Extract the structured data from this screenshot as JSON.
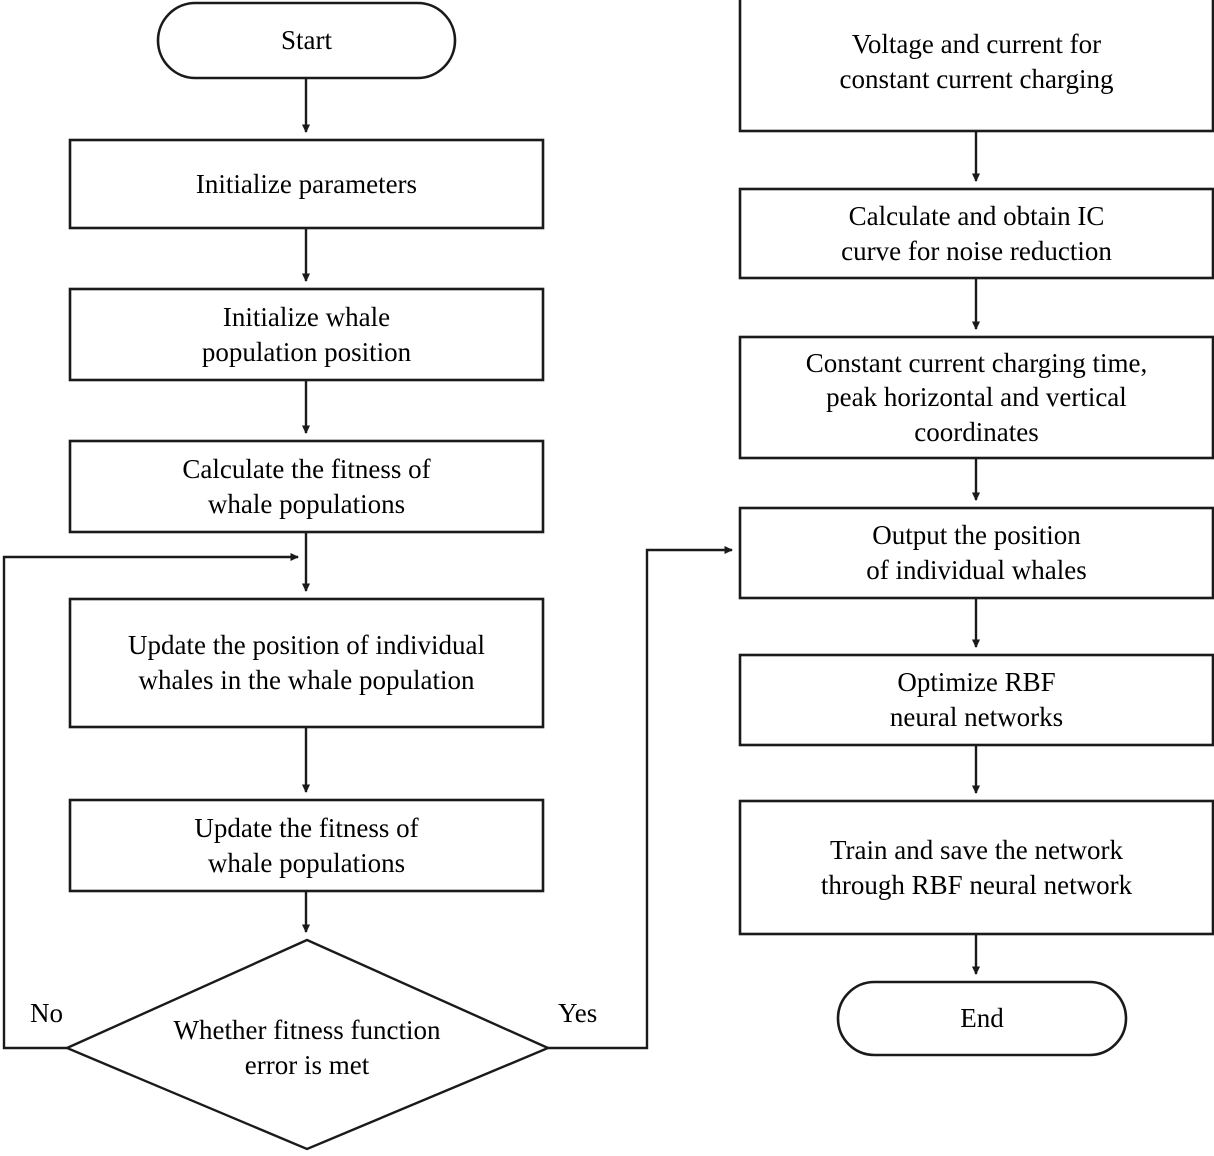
{
  "diagram": {
    "title": "WOA-RBF battery state estimation flowchart",
    "stroke_color": "#1a1a1a",
    "fill_color": "#ffffff",
    "text_color": "#000000",
    "left_column": {
      "nodes": [
        {
          "id": "start",
          "shape": "terminator",
          "label": "Start"
        },
        {
          "id": "init-params",
          "shape": "process",
          "label": "Initialize parameters"
        },
        {
          "id": "init-whale-position",
          "shape": "process",
          "label": "Initialize whale\npopulation position"
        },
        {
          "id": "calc-fitness",
          "shape": "process",
          "label": "Calculate the fitness of\nwhale populations"
        },
        {
          "id": "update-position",
          "shape": "process",
          "label": "Update the position of individual\nwhales in the whale population"
        },
        {
          "id": "update-fitness",
          "shape": "process",
          "label": "Update the fitness of\nwhale populations"
        },
        {
          "id": "fitness-decision",
          "shape": "decision",
          "label": "Whether fitness function\nerror is met"
        }
      ]
    },
    "right_column": {
      "nodes": [
        {
          "id": "voltage-current",
          "shape": "process",
          "label": "Voltage and current for\nconstant current charging"
        },
        {
          "id": "ic-curve",
          "shape": "process",
          "label": "Calculate and obtain IC\ncurve for noise reduction"
        },
        {
          "id": "charging-time-peaks",
          "shape": "process",
          "label": "Constant current charging time,\npeak horizontal and vertical\ncoordinates"
        },
        {
          "id": "output-position",
          "shape": "process",
          "label": "Output the position\nof individual whales"
        },
        {
          "id": "optimize-rbf",
          "shape": "process",
          "label": "Optimize RBF\nneural networks"
        },
        {
          "id": "train-save",
          "shape": "process",
          "label": "Train and save the network\nthrough RBF neural network"
        },
        {
          "id": "end",
          "shape": "terminator",
          "label": "End"
        }
      ]
    },
    "edge_labels": {
      "no": "No",
      "yes": "Yes"
    }
  }
}
